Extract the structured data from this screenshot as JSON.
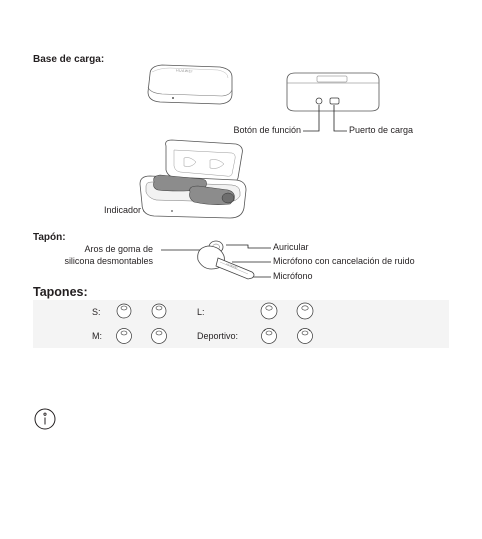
{
  "sections": {
    "charging_case": "Base de carga:",
    "earbud": "Tapón:",
    "ear_tips": "Tapones:"
  },
  "case_labels": {
    "function_button": "Botón de función",
    "charging_port": "Puerto de carga",
    "indicator": "Indicador"
  },
  "earbud_labels": {
    "ear_tips_line1": "Aros de goma de",
    "ear_tips_line2": "silicona desmontables",
    "earphone": "Auricular",
    "noise_mic": "Micrófono con cancelación de ruido",
    "mic": "Micrófono"
  },
  "ear_tips": {
    "s": "S:",
    "m": "M:",
    "l": "L:",
    "sport": "Deportivo:"
  },
  "brand_marks": {
    "case_logo": "HUAWEI",
    "bud_logo": "HUAWEI"
  },
  "icons": {
    "info": "info-icon"
  }
}
